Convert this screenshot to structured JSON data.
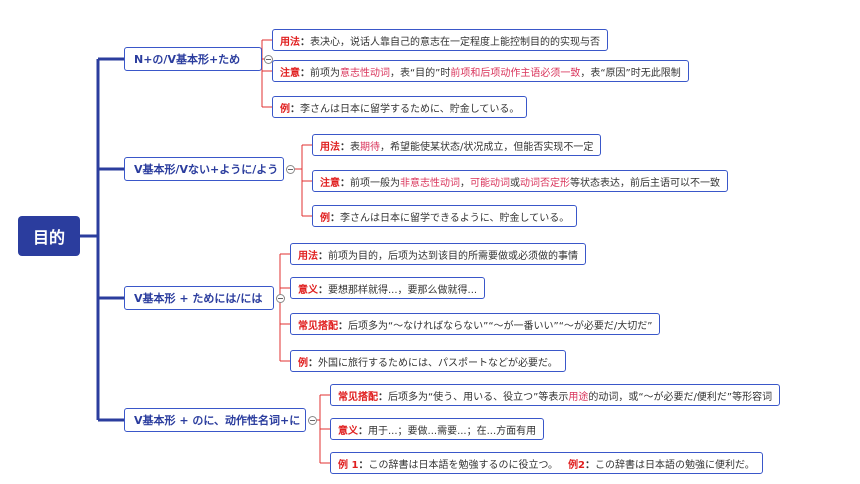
{
  "root": {
    "label": "目的"
  },
  "branches": [
    {
      "label": "N+の/V基本形+ため",
      "leaves": [
        {
          "label": "用法",
          "segments": [
            {
              "t": "表决心，说话人靠自己的意志在一定程度上能控制目的的实现与否"
            }
          ]
        },
        {
          "label": "注意",
          "segments": [
            {
              "t": "前项为"
            },
            {
              "t": "意志性动词",
              "em": true
            },
            {
              "t": "，表"
            },
            {
              "t": "“目的”时"
            },
            {
              "t": "前项和后项动作主语必须一致",
              "em": true
            },
            {
              "t": "，表“原因”时无此限制"
            }
          ]
        },
        {
          "label": "例",
          "segments": [
            {
              "t": "李さんは日本に留学するために、貯金している。"
            }
          ]
        }
      ]
    },
    {
      "label": "V基本形/Vない+ように/よう",
      "leaves": [
        {
          "label": "用法",
          "segments": [
            {
              "t": "表"
            },
            {
              "t": "期待",
              "em": true
            },
            {
              "t": "，希望能使某状态/状况成立，但能否实现不一定"
            }
          ]
        },
        {
          "label": "注意",
          "segments": [
            {
              "t": "前项一般为"
            },
            {
              "t": "非意志性动词",
              "em": true
            },
            {
              "t": "，"
            },
            {
              "t": "可能动词",
              "em": true
            },
            {
              "t": "或"
            },
            {
              "t": "动词否定形",
              "em": true
            },
            {
              "t": "等状态表达，前后主语可以不一致"
            }
          ]
        },
        {
          "label": "例",
          "segments": [
            {
              "t": "李さんは日本に留学できるように、貯金している。"
            }
          ]
        }
      ]
    },
    {
      "label": "V基本形 + ためには/には",
      "leaves": [
        {
          "label": "用法",
          "segments": [
            {
              "t": "前项为目的，后项为达到该目的所需要做或必须做的事情"
            }
          ]
        },
        {
          "label": "意义",
          "segments": [
            {
              "t": "要想那样就得...，要那么做就得..."
            }
          ]
        },
        {
          "label": "常见搭配",
          "segments": [
            {
              "t": "后项多为“～なければならない”“～が一番いい”“～が必要だ/大切だ”"
            }
          ]
        },
        {
          "label": "例",
          "segments": [
            {
              "t": "外国に旅行するためには、パスポートなどが必要だ。"
            }
          ]
        }
      ]
    },
    {
      "label": "V基本形 + のに、动作性名词+に",
      "leaves": [
        {
          "label": "常见搭配",
          "segments": [
            {
              "t": "后项多为“使う、用いる、役立つ”等表示"
            },
            {
              "t": "用途",
              "em": true
            },
            {
              "t": "的动词，或“～が必要だ/便利だ”等形容词"
            }
          ]
        },
        {
          "label": "意义",
          "segments": [
            {
              "t": "用于...；要做...需要...；在...方面有用"
            }
          ]
        },
        {
          "label": "例 1",
          "segments": [
            {
              "t": "この辞書は日本語を勉強するのに役立つ。"
            }
          ],
          "label2": "例2",
          "segments2": [
            {
              "t": "この辞書は日本語の勉強に便利だ。"
            }
          ]
        }
      ]
    }
  ],
  "colors": {
    "root_bg": "#2b3d9e",
    "branch_line": "#2b3d9e",
    "leaf_line": "#e03030",
    "border": "#3a57c9",
    "label": "#e02020",
    "emphasis": "#d9345b"
  }
}
